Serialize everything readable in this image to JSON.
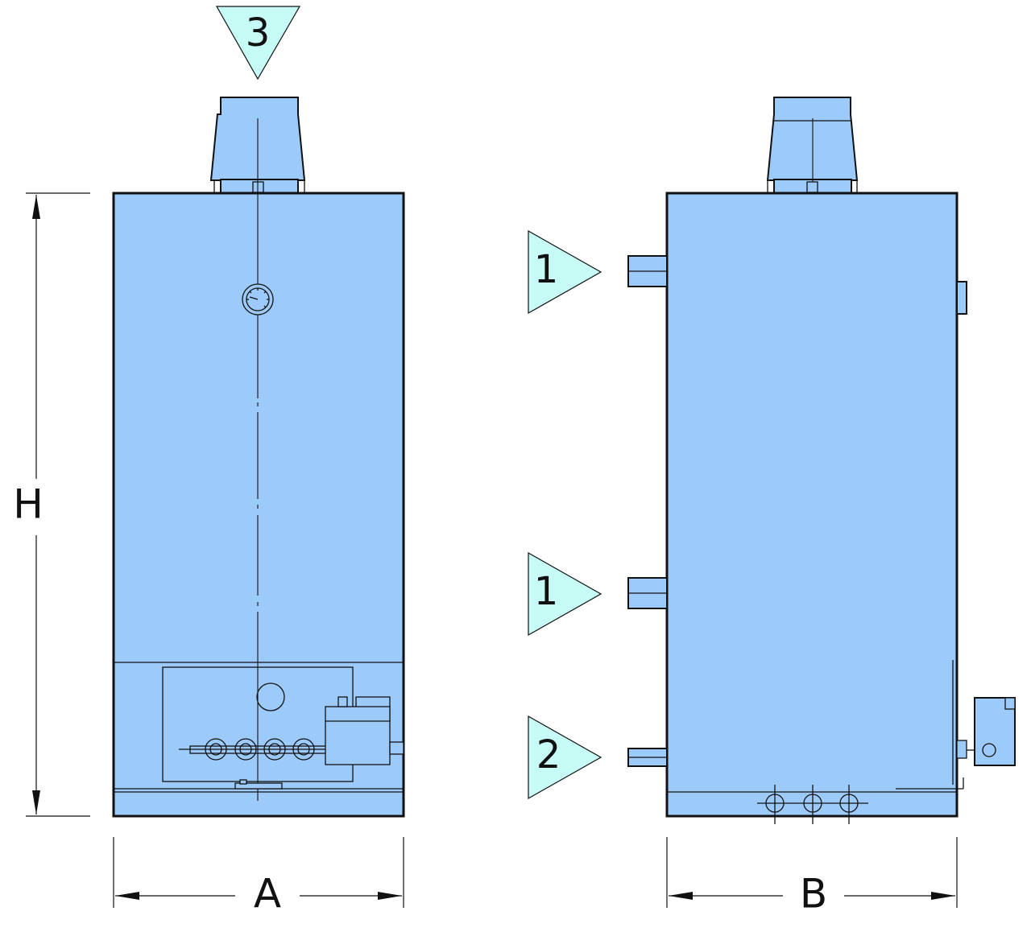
{
  "dimensions": {
    "height_label": "H",
    "width_label": "A",
    "depth_label": "B"
  },
  "connections": {
    "flue_outlet": "3",
    "upper_connection": "1",
    "middle_connection": "1",
    "lower_connection": "2"
  },
  "colors": {
    "body": "#9ccbfb",
    "marker": "#c6fbf6",
    "line": "#111111"
  }
}
